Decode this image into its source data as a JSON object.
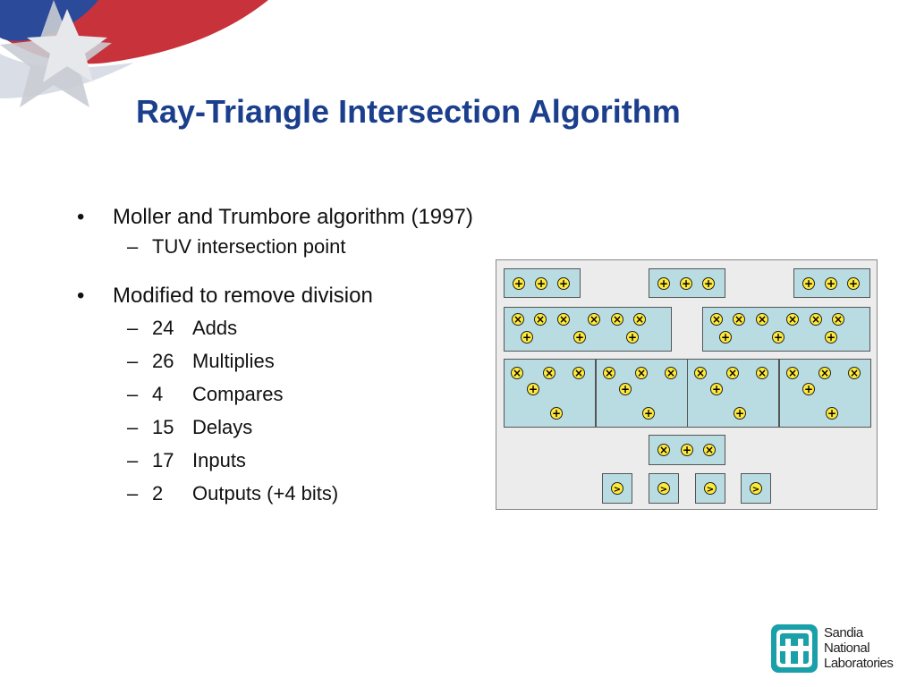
{
  "slide": {
    "title": "Ray-Triangle Intersection Algorithm",
    "bullets": [
      {
        "text": "Moller and Trumbore algorithm (1997)",
        "sub": [
          {
            "text": "TUV intersection point"
          }
        ]
      },
      {
        "text": "Modified to remove division",
        "stats": [
          {
            "num": "24",
            "label": "Adds"
          },
          {
            "num": "26",
            "label": "Multiplies"
          },
          {
            "num": "4",
            "label": "Compares"
          },
          {
            "num": "15",
            "label": "Delays"
          },
          {
            "num": "17",
            "label": "Inputs"
          },
          {
            "num": "2",
            "label": "Outputs (+4 bits)"
          }
        ]
      }
    ],
    "bullet_glyph": "•",
    "dash_glyph": "–"
  },
  "diagram": {
    "node_symbols": {
      "add": "+",
      "mul": "×",
      "cmp": ">"
    },
    "rows": [
      {
        "units": 3,
        "ops": [
          "add",
          "add",
          "add"
        ]
      },
      {
        "units": 2,
        "ops": [
          "mul",
          "mul",
          "mul",
          "mul",
          "mul",
          "mul",
          "add",
          "add",
          "add"
        ]
      },
      {
        "units": 4,
        "ops": [
          "mul",
          "mul",
          "mul",
          "add",
          "add"
        ]
      },
      {
        "units": 1,
        "ops": [
          "mul",
          "add",
          "mul"
        ]
      },
      {
        "units": 4,
        "ops": [
          "cmp"
        ]
      }
    ],
    "colors": {
      "panel": "#ececec",
      "unit": "#b9dce3",
      "node": "#ffea3a"
    }
  },
  "logo": {
    "lines": [
      "Sandia",
      "National",
      "Laboratories"
    ],
    "color": "#1aa0a8"
  }
}
